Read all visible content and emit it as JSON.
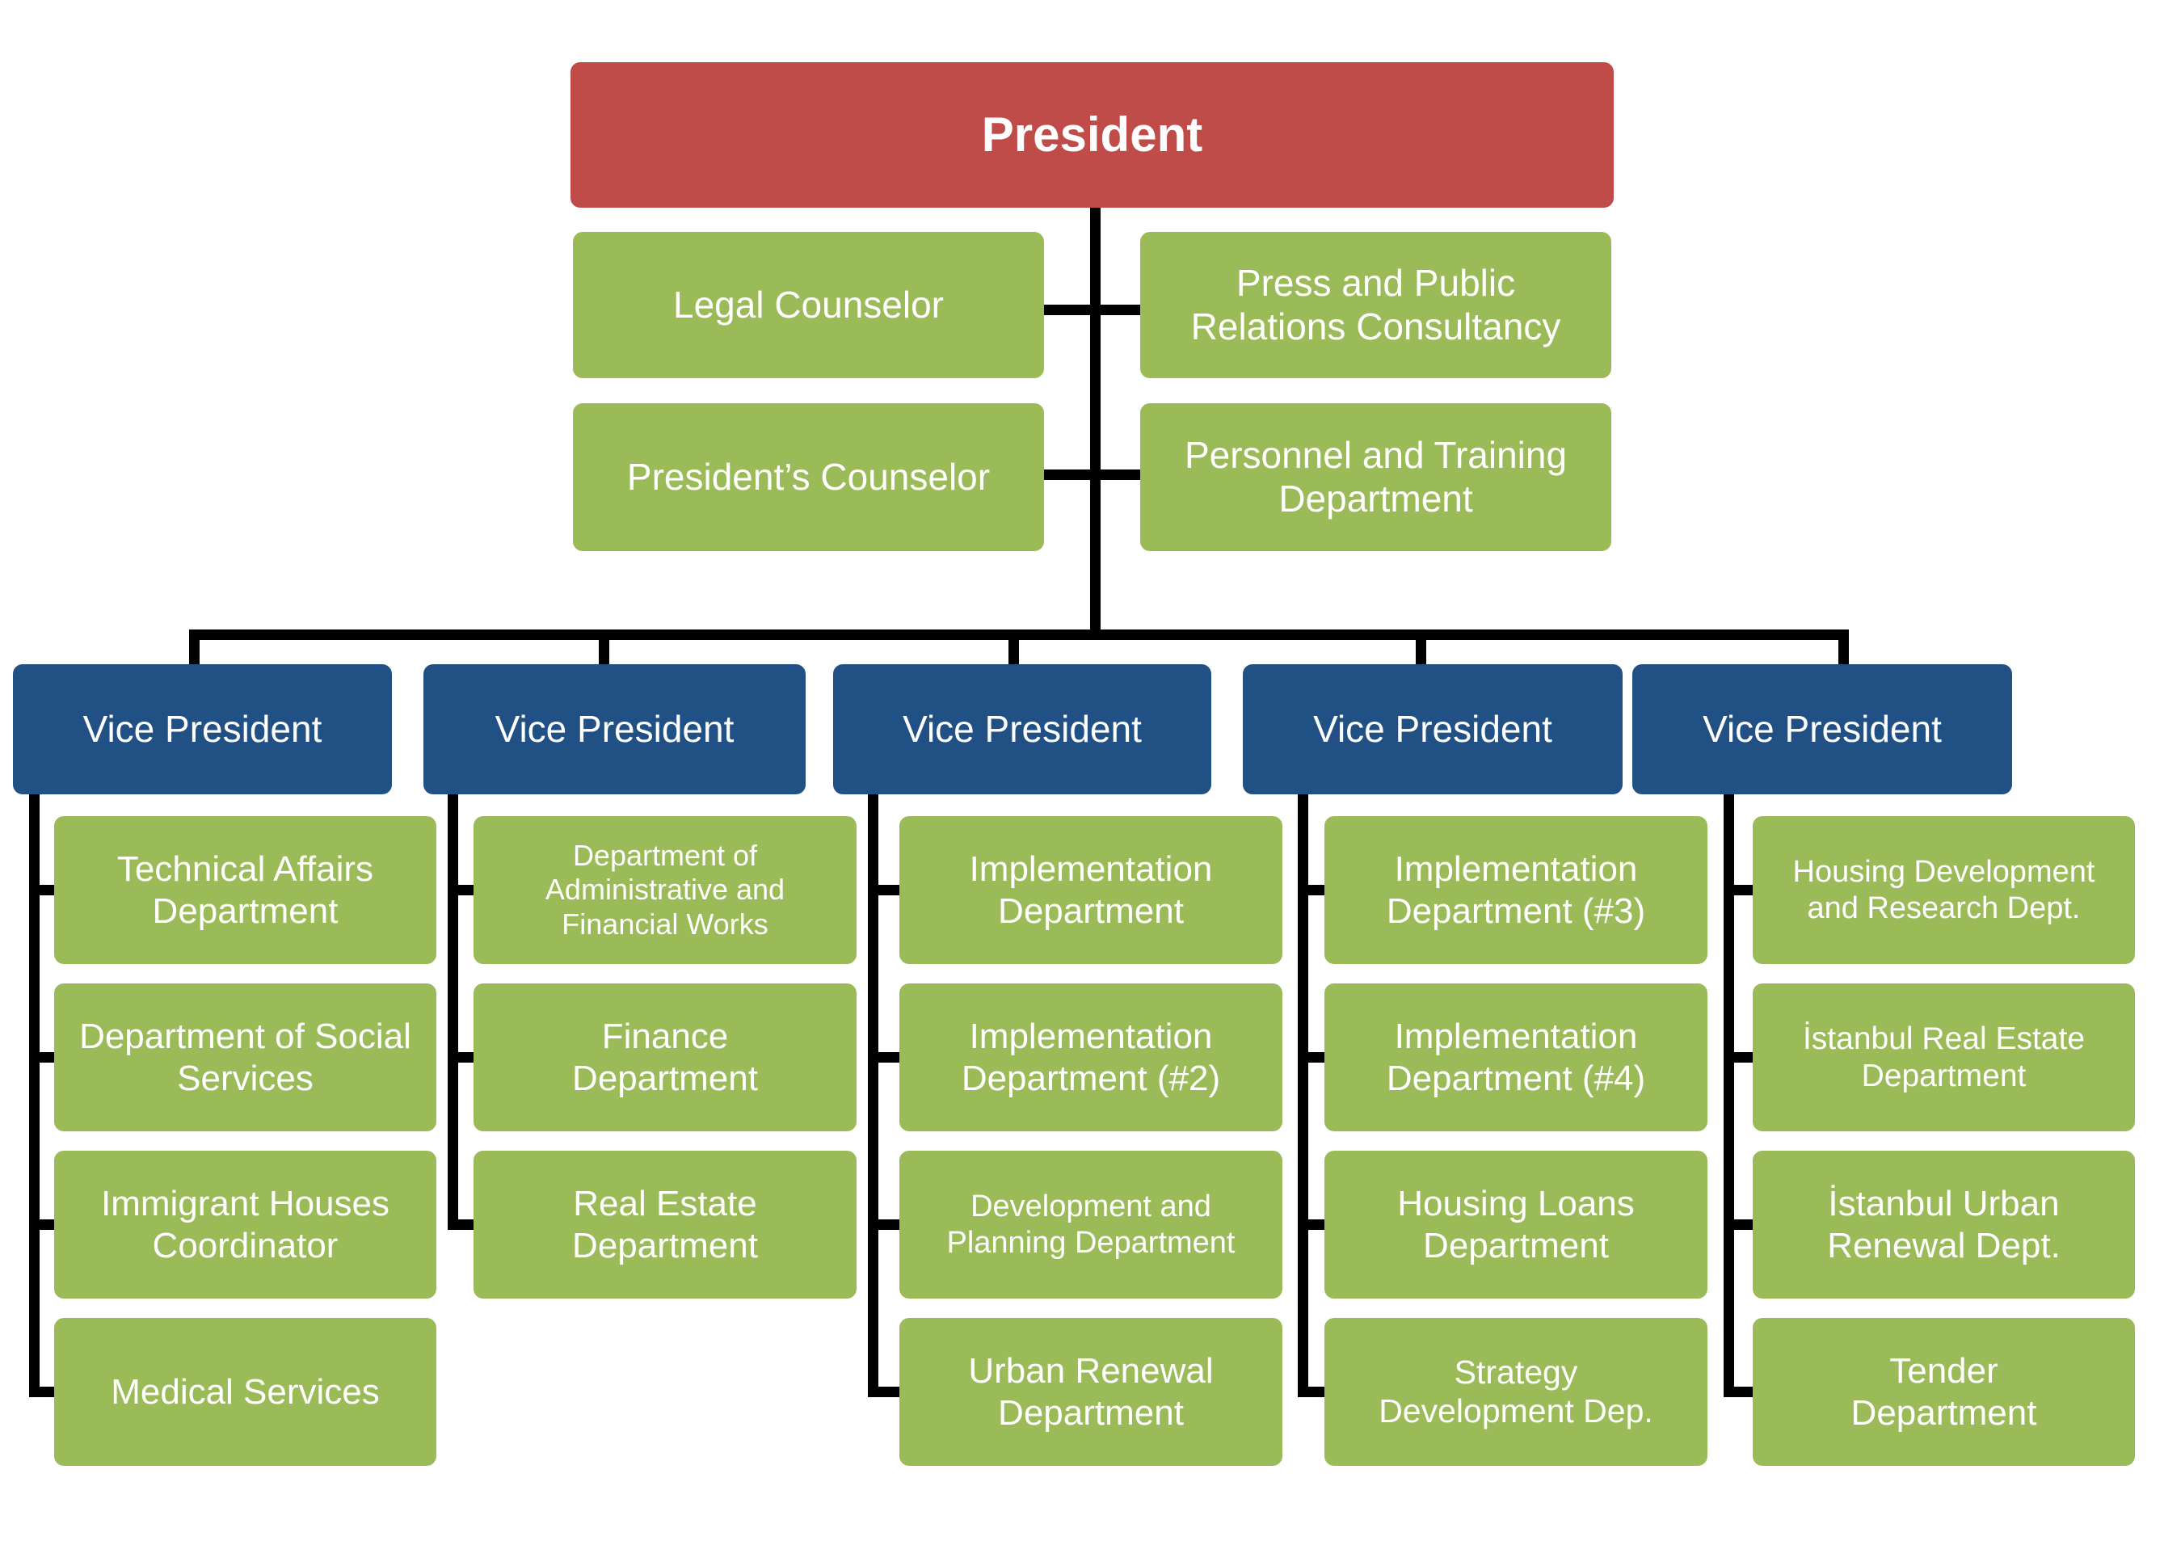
{
  "colors": {
    "president_box": "#bf4c48",
    "staff_box": "#9bba58",
    "vp_box": "#215084",
    "connector": "#000000",
    "text": "#ffffff",
    "background": "#ffffff"
  },
  "org": {
    "president": "President",
    "staff": [
      "Legal Counselor",
      "Press and Public Relations Consultancy",
      "President’s Counselor",
      "Personnel and Training Department"
    ],
    "vice_presidents": [
      {
        "title": "Vice President",
        "departments": [
          "Technical Affairs Department",
          "Department of Social Services",
          "Immigrant Houses Coordinator",
          "Medical Services"
        ]
      },
      {
        "title": "Vice President",
        "departments": [
          "Department of Administrative and Financial Works",
          "Finance Department",
          "Real Estate Department"
        ]
      },
      {
        "title": "Vice President",
        "departments": [
          "Implementation Department",
          "Implementation Department (#2)",
          "Development and Planning Department",
          "Urban Renewal Department"
        ]
      },
      {
        "title": "Vice President",
        "departments": [
          "Implementation Department (#3)",
          "Implementation Department (#4)",
          "Housing Loans Department",
          "Strategy Development Dep."
        ]
      },
      {
        "title": "Vice President",
        "departments": [
          "Housing Development and Research Dept.",
          "İstanbul Real Estate Department",
          "İstanbul Urban Renewal Dept.",
          "Tender Department"
        ]
      }
    ]
  }
}
